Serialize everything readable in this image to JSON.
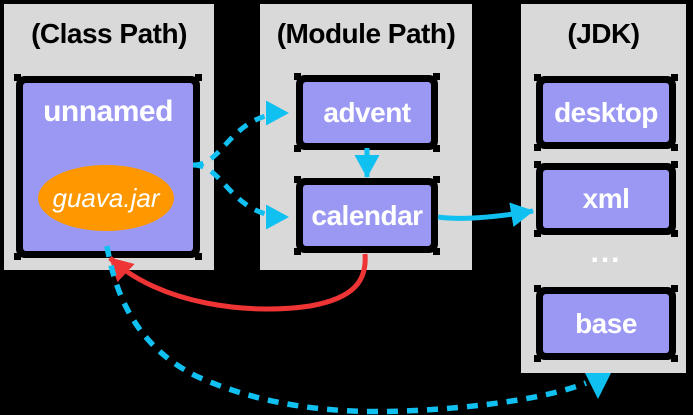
{
  "columns": {
    "class_path": {
      "title": "(Class Path)"
    },
    "module_path": {
      "title": "(Module Path)"
    },
    "jdk": {
      "title": "(JDK)",
      "ellipsis": "..."
    }
  },
  "modules": {
    "unnamed": {
      "label": "unnamed",
      "jar": "guava.jar"
    },
    "advent": {
      "label": "advent"
    },
    "calendar": {
      "label": "calendar"
    },
    "desktop": {
      "label": "desktop"
    },
    "xml": {
      "label": "xml"
    },
    "base": {
      "label": "base"
    }
  },
  "arrows": [
    {
      "from": "advent",
      "to": "calendar",
      "style": "solid",
      "color": "#10c0f0"
    },
    {
      "from": "calendar",
      "to": "xml",
      "style": "solid",
      "color": "#10c0f0"
    },
    {
      "from": "unnamed",
      "to": "advent",
      "style": "dashed",
      "color": "#10c0f0"
    },
    {
      "from": "unnamed",
      "to": "calendar",
      "style": "dashed",
      "color": "#10c0f0"
    },
    {
      "from": "calendar",
      "to": "unnamed",
      "style": "solid",
      "color": "#ee3434"
    },
    {
      "from": "unnamed",
      "to": "base",
      "style": "dashed",
      "color": "#10c0f0"
    }
  ],
  "colors": {
    "background": "#000000",
    "column_bg": "#d9d9d9",
    "module_fill": "#9a98f2",
    "module_border": "#000000",
    "jar_fill": "#ff9800",
    "arrow_cyan": "#10c0f0",
    "arrow_red": "#ee3434",
    "label": "#ffffff",
    "title": "#000000"
  }
}
